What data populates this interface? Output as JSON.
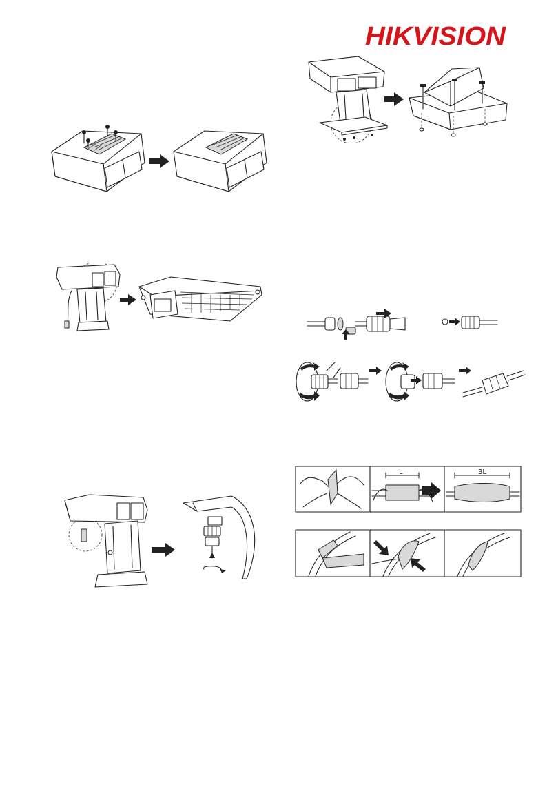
{
  "brand": {
    "logo_text": "HIKVISION",
    "logo_color": "#d7141a"
  },
  "figures": {
    "tape_panel": {
      "length_label": "L",
      "wrap_label": "3L"
    }
  },
  "icons": [
    "screw-icon",
    "arrow-right-icon",
    "rotate-icon"
  ]
}
